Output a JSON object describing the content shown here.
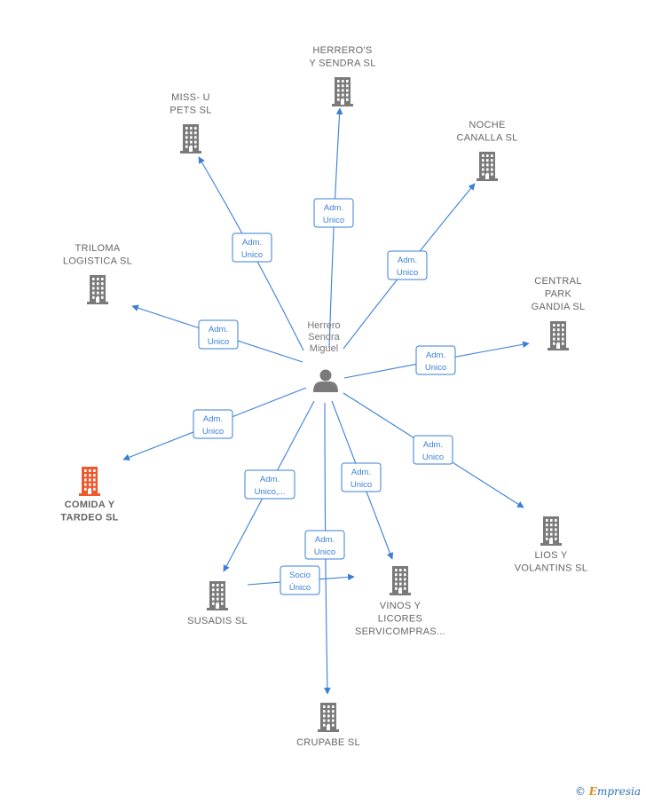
{
  "center": {
    "lines": [
      "Herrero",
      "Sendra",
      "Miguel"
    ]
  },
  "companies": [
    {
      "id": "herreros",
      "lines": [
        "HERRERO'S",
        "Y SENDRA SL"
      ],
      "highlight": false
    },
    {
      "id": "miss",
      "lines": [
        "MISS- U",
        "PETS  SL"
      ],
      "highlight": false
    },
    {
      "id": "noche",
      "lines": [
        "NOCHE",
        "CANALLA  SL"
      ],
      "highlight": false
    },
    {
      "id": "triloma",
      "lines": [
        "TRILOMA",
        "LOGISTICA  SL"
      ],
      "highlight": false
    },
    {
      "id": "central",
      "lines": [
        "CENTRAL",
        "PARK",
        "GANDIA  SL"
      ],
      "highlight": false
    },
    {
      "id": "comida",
      "lines": [
        "COMIDA Y",
        "TARDEO  SL"
      ],
      "highlight": true
    },
    {
      "id": "lios",
      "lines": [
        "LIOS Y",
        "VOLANTINS  SL"
      ],
      "highlight": false
    },
    {
      "id": "susadis",
      "lines": [
        "SUSADIS SL"
      ],
      "highlight": false
    },
    {
      "id": "vinos",
      "lines": [
        "VINOS Y",
        "LICORES",
        "SERVICOMPRAS..."
      ],
      "highlight": false
    },
    {
      "id": "crupabe",
      "lines": [
        "CRUPABE SL"
      ],
      "highlight": false
    }
  ],
  "edges": [
    {
      "from": "center",
      "to": "herreros",
      "lines": [
        "Adm.",
        "Unico"
      ]
    },
    {
      "from": "center",
      "to": "miss",
      "lines": [
        "Adm.",
        "Unico"
      ]
    },
    {
      "from": "center",
      "to": "noche",
      "lines": [
        "Adm.",
        "Unico"
      ]
    },
    {
      "from": "center",
      "to": "triloma",
      "lines": [
        "Adm.",
        "Unico"
      ]
    },
    {
      "from": "center",
      "to": "central",
      "lines": [
        "Adm.",
        "Unico"
      ]
    },
    {
      "from": "center",
      "to": "comida",
      "lines": [
        "Adm.",
        "Unico"
      ]
    },
    {
      "from": "center",
      "to": "lios",
      "lines": [
        "Adm.",
        "Unico"
      ]
    },
    {
      "from": "center",
      "to": "susadis",
      "lines": [
        "Adm.",
        "Unico,..."
      ]
    },
    {
      "from": "center",
      "to": "vinos",
      "lines": [
        "Adm.",
        "Unico"
      ]
    },
    {
      "from": "center",
      "to": "crupabe",
      "lines": [
        "Adm.",
        "Unico"
      ]
    },
    {
      "from": "susadis",
      "to": "vinos",
      "lines": [
        "Socio",
        "Único"
      ]
    }
  ],
  "colors": {
    "edge": "#3a7fd5",
    "building": "#7a7a7a",
    "highlight": "#f0572b",
    "person": "#7a7a7a"
  },
  "watermark": {
    "symbol": "©",
    "brand_first": "E",
    "brand_rest": "mpresia"
  }
}
